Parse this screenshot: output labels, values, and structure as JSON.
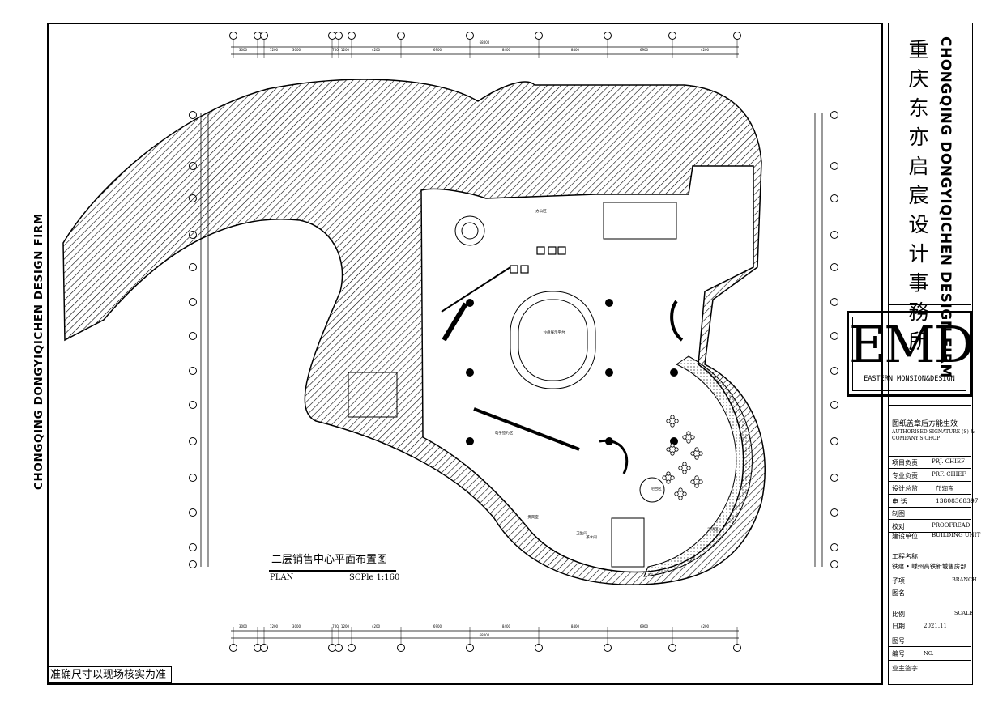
{
  "side_label": "CHONGQING DONGYIQICHEN DESIGN FIRM",
  "firm": {
    "name_cn": "重庆东亦启宸设计事務所",
    "name_en": "CHONGQING DONGYIQICHEN DESIGN FIRM"
  },
  "logo": {
    "mark": "EMD",
    "sub": "EASTERN MONSION&DESIGN"
  },
  "title_block": {
    "signature_cn": "图纸盖章后方能生效",
    "signature_en_1": "AUTHORISED  SIGNATURE (S) &",
    "signature_en_2": "COMPANY'S CHOP",
    "rows": [
      {
        "cn": "项目负责",
        "en": "PRJ. CHIEF",
        "value": ""
      },
      {
        "cn": "专业负责",
        "en": "PRF. CHIEF",
        "value": ""
      },
      {
        "cn": "设计总监",
        "en": "",
        "value": "邝润东"
      },
      {
        "cn": "电    话",
        "en": "",
        "value": "13808368397"
      },
      {
        "cn": "制图",
        "en": "",
        "value": ""
      },
      {
        "cn": "校对",
        "en": "PROOFREAD",
        "value": ""
      },
      {
        "cn": "建设单位",
        "en": "BUILDING UNIT",
        "value": ""
      }
    ],
    "project_label": "工程名称",
    "project_value": "铁建 • 嵊州高铁新城售房部",
    "branch_cn": "子项",
    "branch_en": "BRANCH",
    "drawing_name": "图名",
    "scale_cn": "比例",
    "scale_en": "SCALE",
    "date_cn": "日期",
    "date_value": "2021.11",
    "drawing_no": "图号",
    "number_cn": "编号",
    "number_en": "NO.",
    "owner_sign": "业主签字"
  },
  "plan": {
    "title_cn": "二层销售中心平面布置图",
    "title_en": "PLAN",
    "scale": "SCPle 1:160",
    "dim_top_total": "68000",
    "dim_bottom_total": "68000",
    "dims": [
      "3000",
      "1200",
      "3000",
      "700",
      "1200",
      "4200",
      "6900",
      "8400",
      "8400",
      "6900",
      "4200"
    ],
    "room_labels": [
      "沙盘展示平台",
      "电子签约区",
      "贵宾室",
      "洽谈区",
      "吧台区",
      "茶水间",
      "办公区",
      "卫生间"
    ]
  },
  "note": "准确尺寸以现场核实为准",
  "colors": {
    "ink": "#000000",
    "paper": "#ffffff",
    "hatch": "#000000"
  }
}
